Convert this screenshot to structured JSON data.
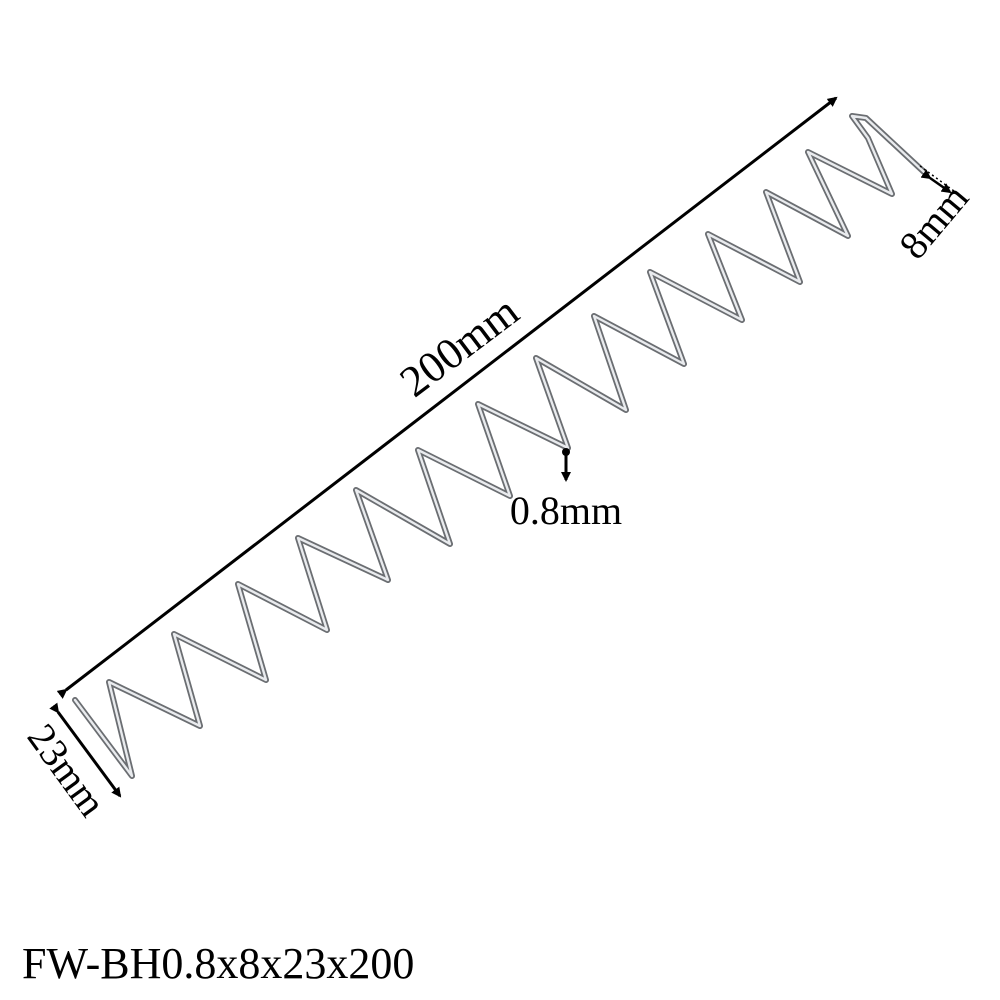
{
  "dimensions": {
    "length": "200mm",
    "wire": "0.8mm",
    "height": "23mm",
    "width": "8mm"
  },
  "product": {
    "model": "FW-BH0.8x8x23x200"
  },
  "colors": {
    "background": "#ffffff",
    "wire_outline": "#6b6e72",
    "wire_highlight": "#e9ebee",
    "dimension_line": "#000000"
  }
}
